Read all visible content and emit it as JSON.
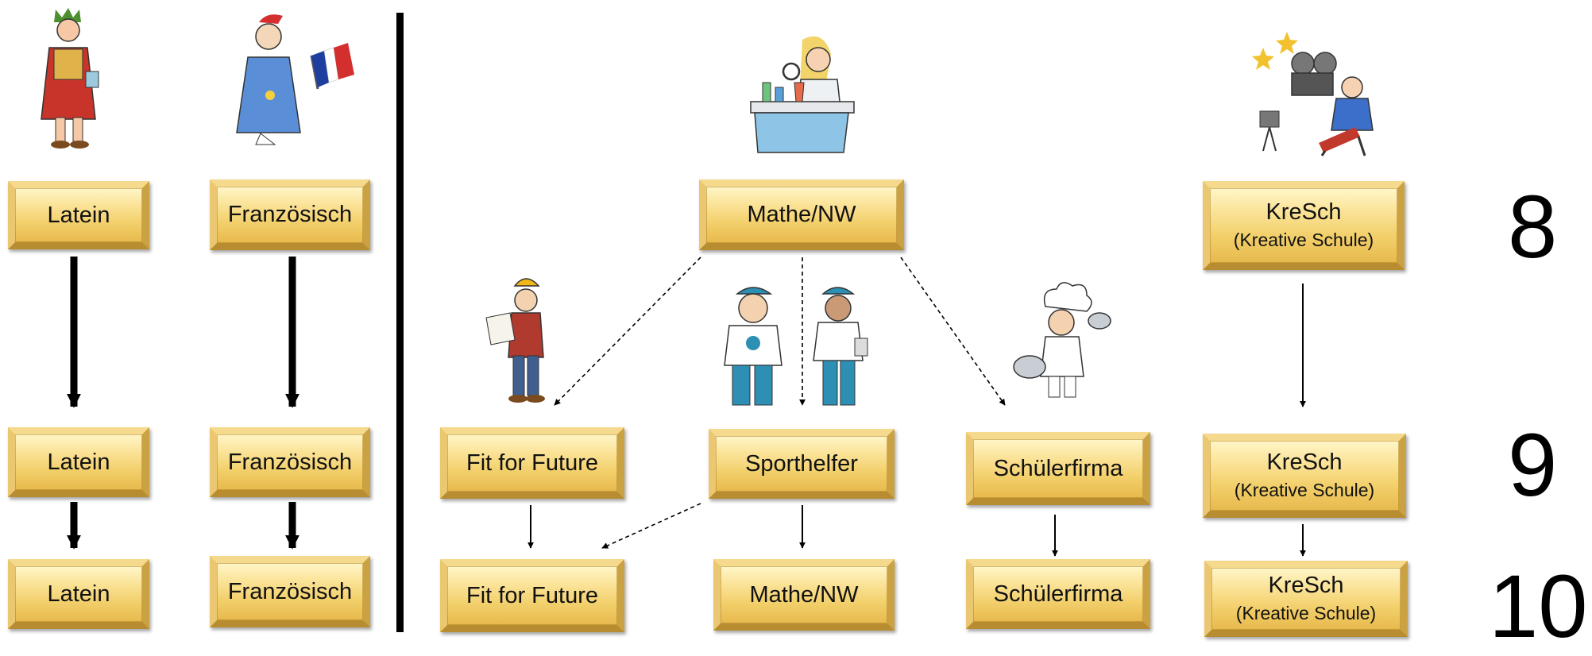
{
  "boxes": {
    "latein_8": "Latein",
    "franz_8": "Französisch",
    "mathe_nw_8": "Mathe/NW",
    "kresch_8": "KreSch",
    "kresch_8_sub": "(Kreative Schule)",
    "latein_9": "Latein",
    "franz_9": "Französisch",
    "fit_9": "Fit for Future",
    "sport_9": "Sporthelfer",
    "schueler_9": "Schülerfirma",
    "kresch_9": "KreSch",
    "kresch_9_sub": "(Kreative Schule)",
    "latein_10": "Latein",
    "franz_10": "Französisch",
    "fit_10": "Fit for Future",
    "mathe_nw_10": "Mathe/NW",
    "schueler_10": "Schülerfirma",
    "kresch_10": "KreSch",
    "kresch_10_sub": "(Kreative Schule)"
  },
  "grades": {
    "g8": "8",
    "g9": "9",
    "g10": "10"
  },
  "illustrations": {
    "roman_emperor": "roman-emperor-icon",
    "french_man_flag": "french-man-flag-icon",
    "scientist": "scientist-lab-icon",
    "film_director": "film-director-icon",
    "construction_worker": "construction-worker-icon",
    "sport_helpers": "sport-helpers-icon",
    "chef": "chef-icon"
  },
  "colors": {
    "box_light": "#fbe49a",
    "box_dark": "#e7b94d",
    "line": "#000000",
    "flag_blue": "#1f3fa0",
    "flag_red": "#d32f2f"
  }
}
